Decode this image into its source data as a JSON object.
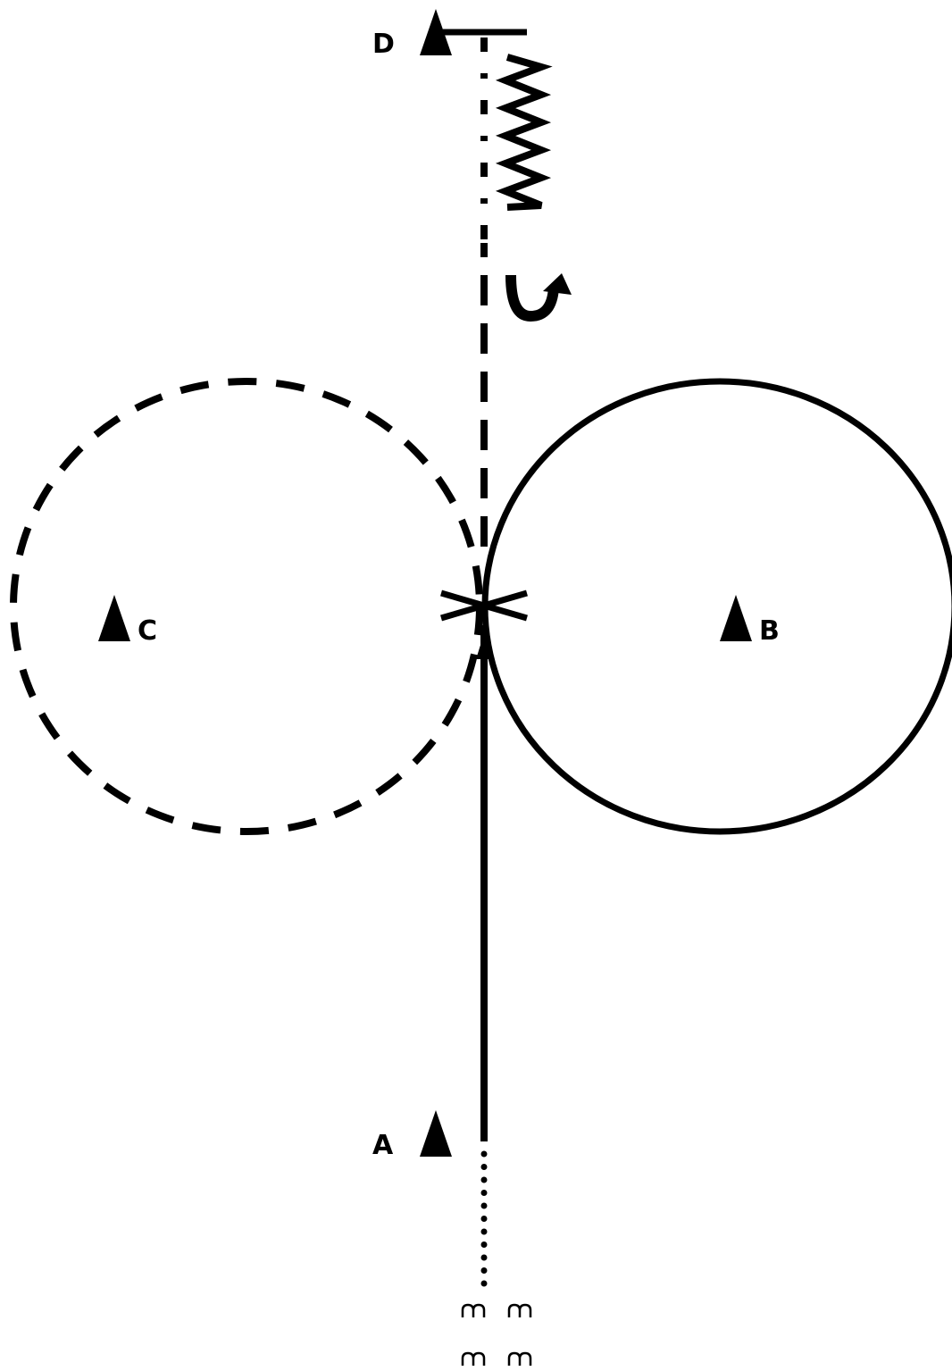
{
  "colors": {
    "ink": "#000000",
    "background": "#ffffff"
  },
  "labels": {
    "a": "A",
    "b": "B",
    "c": "C",
    "d": "D"
  },
  "icons": {
    "cone": "traffic-cone-icon",
    "spring": "zigzag-spring-icon",
    "turn_arrow": "u-turn-arrow-icon",
    "cross": "cross-mark-icon",
    "footprints": "footprints-icon"
  }
}
